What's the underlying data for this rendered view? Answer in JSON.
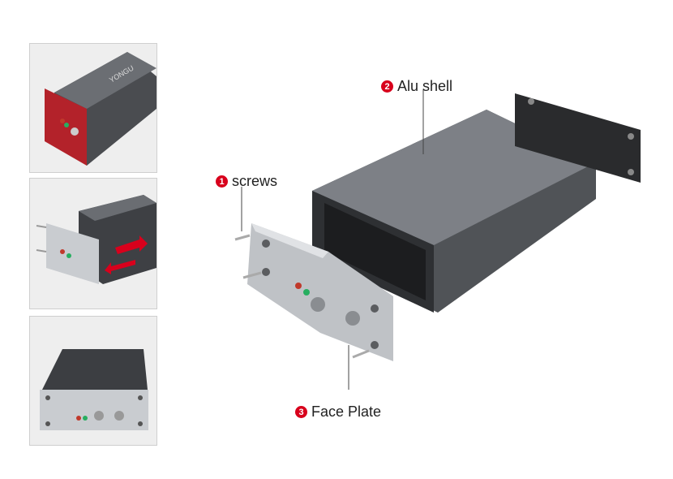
{
  "callouts": [
    {
      "number": "1",
      "text": "screws"
    },
    {
      "number": "2",
      "text": "Alu shell"
    },
    {
      "number": "3",
      "text": "Face Plate"
    }
  ],
  "brand": "YONGU",
  "colors": {
    "badge": "#d8001c",
    "shell": "#5a5d62",
    "plate": "#c9ccd0",
    "red_endcap": "#b3222a"
  }
}
